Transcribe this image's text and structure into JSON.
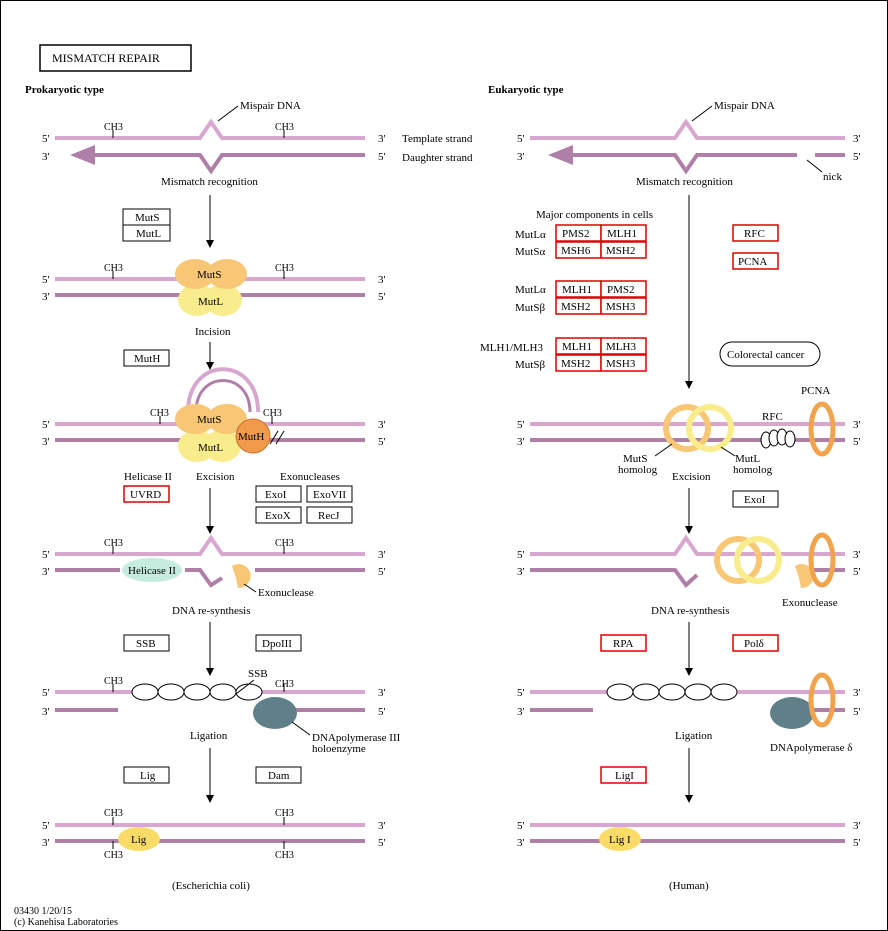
{
  "title": "MISMATCH REPAIR",
  "prokaryotic": {
    "heading": "Prokaryotic type",
    "mispair": "Mispair DNA",
    "ch3": "CH3",
    "template_strand": "Template strand",
    "daughter_strand": "Daughter strand",
    "step_recognition": "Mismatch recognition",
    "step_incision": "Incision",
    "step_excision": "Excision",
    "step_resynthesis": "DNA re-synthesis",
    "step_ligation": "Ligation",
    "five": "5'",
    "three": "3'",
    "mutS": "MutS",
    "mutL": "MutL",
    "mutH": "MutH",
    "helicase_label": "Helicase II",
    "uvrd": "UVRD",
    "exonucleases": "Exonucleases",
    "exoI": "ExoI",
    "exoVII": "ExoVII",
    "exoX": "ExoX",
    "recJ": "RecJ",
    "helicase_blob": "Helicase II",
    "exonuclease": "Exonuclease",
    "ssb": "SSB",
    "dpoIII": "DpoIII",
    "dnapol_line1": "DNApolymerase III",
    "dnapol_line2": "holoenzyme",
    "lig": "Lig",
    "dam": "Dam",
    "organism": "(Escherichia coli)"
  },
  "eukaryotic": {
    "heading": "Eukaryotic type",
    "mispair": "Mispair DNA",
    "nick": "nick",
    "step_recognition": "Mismatch recognition",
    "major_components": "Major components in cells",
    "mutLa1": "MutLα",
    "mutSa": "MutSα",
    "mutLa2": "MutLα",
    "mutSb1": "MutSβ",
    "mlh1mlh3": "MLH1/MLH3",
    "mutSb2": "MutSβ",
    "pms2": "PMS2",
    "mlh1": "MLH1",
    "msh6": "MSH6",
    "msh2": "MSH2",
    "msh3": "MSH3",
    "mlh3": "MLH3",
    "rfc": "RFC",
    "pcna": "PCNA",
    "colorectal": "Colorectal cancer",
    "pcna_label": "PCNA",
    "rfc_label": "RFC",
    "muts_homolog_1": "MutS",
    "muts_homolog_2": "homolog",
    "mutl_homolog_1": "MutL",
    "mutl_homolog_2": "homolog",
    "step_excision": "Excision",
    "exoI": "ExoI",
    "exonuclease": "Exonuclease",
    "step_resynthesis": "DNA re-synthesis",
    "rpa": "RPA",
    "pold": "Polδ",
    "step_ligation": "Ligation",
    "dnapol": "DNApolymerase δ",
    "ligI": "LigI",
    "lig_blob": "Lig I",
    "organism": "(Human)"
  },
  "footer": {
    "code": "03430 1/20/15",
    "copyright": "(c) Kanehisa Laboratories"
  },
  "colors": {
    "strand_top": "#d9a6cf",
    "strand_bottom": "#b07fa8",
    "muts": "#f7c775",
    "mutl": "#f9ec8c",
    "muth": "#f29a4c",
    "helicase": "#c6ecdf",
    "dnapol": "#5f8088",
    "gene_red": "#e00000",
    "pcna_ring": "#f2a44c",
    "homolog_ring": "#f9d771"
  }
}
